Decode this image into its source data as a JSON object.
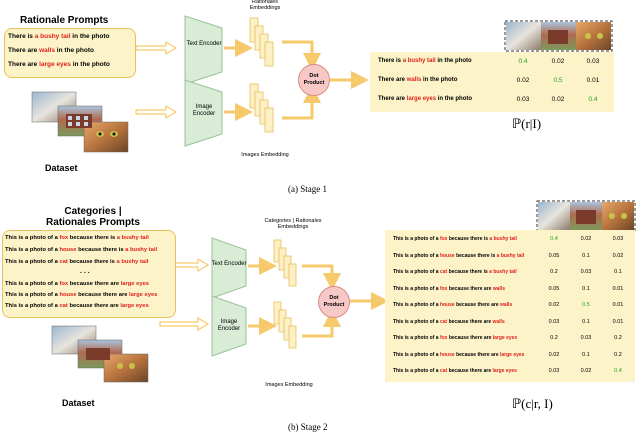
{
  "stage1": {
    "prompts_title": "Rationale Prompts",
    "prompts": [
      {
        "pre": "There is ",
        "hl": "a bushy tail",
        "post": " in the photo"
      },
      {
        "pre": "There are ",
        "hl": "walls",
        "post": " in the photo"
      },
      {
        "pre": "There are ",
        "hl": "large eyes",
        "post": " in the photo"
      }
    ],
    "text_encoder": "Text Encoder",
    "image_encoder": "Image Encoder",
    "rationales_embeddings": "Rationales Embeddings",
    "images_embedding": "Images Embedding",
    "dot_product": "Dot Product",
    "dataset": "Dataset",
    "table_rows": [
      {
        "pre": "There is ",
        "hl": "a bushy tail",
        "post": " in the photo",
        "values": [
          "0.4",
          "0.02",
          "0.03"
        ]
      },
      {
        "pre": "There are ",
        "hl": "walls",
        "post": " in the photo",
        "values": [
          "0.02",
          "0.5",
          "0.01"
        ]
      },
      {
        "pre": "There are ",
        "hl": "large eyes",
        "post": " in the photo",
        "values": [
          "0.03",
          "0.02",
          "0.4"
        ]
      }
    ],
    "highlight_idx": [
      0,
      1,
      2
    ],
    "prob": "ℙ(r|I)",
    "caption": "(a) Stage 1"
  },
  "stage2": {
    "prompts_title": "Categories | Rationales Prompts",
    "prompts": [
      {
        "a": "This is a photo of a ",
        "cat": "fox",
        "b": " because there is ",
        "hl": "a bushy tail"
      },
      {
        "a": "This is a photo of a ",
        "cat": "house",
        "b": " because there is ",
        "hl": "a bushy tail"
      },
      {
        "a": "This is a photo of a ",
        "cat": "cat",
        "b": " because there is ",
        "hl": "a bushy tail"
      },
      {
        "a": "This is a photo of a ",
        "cat": "fox",
        "b": " because there are ",
        "hl": "large eyes"
      },
      {
        "a": "This is a photo of a ",
        "cat": "house",
        "b": " because there are ",
        "hl": "large eyes"
      },
      {
        "a": "This is a photo of a ",
        "cat": "cat",
        "b": " because there are ",
        "hl": "large eyes"
      }
    ],
    "ellipsis": ". . .",
    "text_encoder": "Text Encoder",
    "image_encoder": "Image Encoder",
    "cr_embeddings": "Categories | Rationales Embeddings",
    "images_embedding": "Images Embedding",
    "dot_product": "Dot Product",
    "dataset": "Dataset",
    "table_rows": [
      {
        "a": "This is a photo of a ",
        "cat": "fox",
        "b": " because there is ",
        "hl": "a bushy tail",
        "values": [
          "0.4",
          "0.02",
          "0.03"
        ]
      },
      {
        "a": "This is a photo of a ",
        "cat": "house",
        "b": " because there is ",
        "hl": "a bushy tail",
        "values": [
          "0.05",
          "0.1",
          "0.02"
        ]
      },
      {
        "a": "This is a photo of a ",
        "cat": "cat",
        "b": " because there is ",
        "hl": "a bushy tail",
        "values": [
          "0.2",
          "0.03",
          "0.1"
        ]
      },
      {
        "a": "This is a photo of a ",
        "cat": "fox",
        "b": " because there are ",
        "hl": "walls",
        "values": [
          "0.05",
          "0.1",
          "0.01"
        ]
      },
      {
        "a": "This is a photo of a ",
        "cat": "house",
        "b": " because there are ",
        "hl": "walls",
        "values": [
          "0.02",
          "0.5",
          "0.01"
        ]
      },
      {
        "a": "This is a photo of a ",
        "cat": "cat",
        "b": " because there are ",
        "hl": "walls",
        "values": [
          "0.03",
          "0.1",
          "0.01"
        ]
      },
      {
        "a": "This is a photo of a ",
        "cat": "fox",
        "b": " because there are ",
        "hl": "large eyes",
        "values": [
          "0.2",
          "0.03",
          "0.2"
        ]
      },
      {
        "a": "This is a photo of a ",
        "cat": "house",
        "b": " because there are ",
        "hl": "large eyes",
        "values": [
          "0.02",
          "0.1",
          "0.2"
        ]
      },
      {
        "a": "This is a photo of a ",
        "cat": "cat",
        "b": " because there are ",
        "hl": "large eyes",
        "values": [
          "0.03",
          "0.02",
          "0.4"
        ]
      }
    ],
    "highlight": [
      [
        0,
        0
      ],
      [
        4,
        1
      ],
      [
        8,
        2
      ]
    ],
    "prob": "ℙ(c|r, I)",
    "caption": "(b) Stage 2"
  },
  "colors": {
    "prompt_bg": "#fdf3c9",
    "encoder": "#d8ecd6",
    "arrow": "#f6c96a",
    "dot": "#f7c9c6",
    "highlight": "#e0201b",
    "best": "#22a022"
  }
}
